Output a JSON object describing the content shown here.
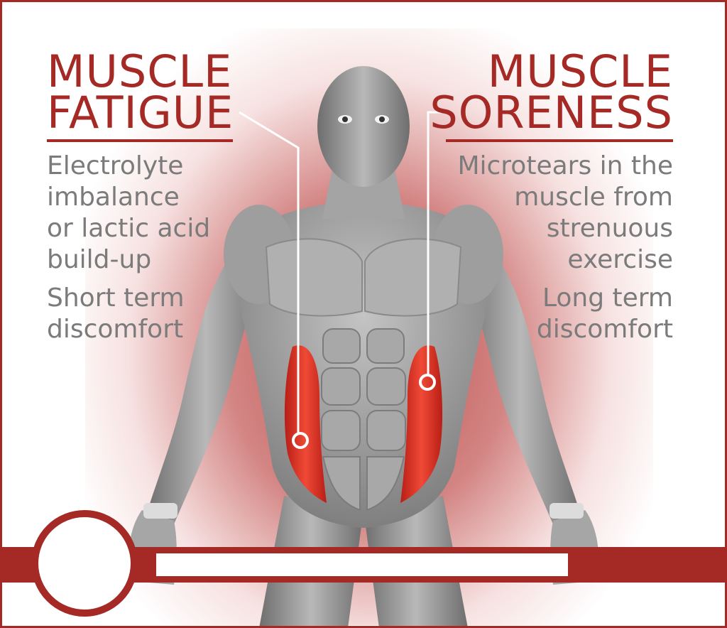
{
  "fatigue": {
    "title_lines": [
      "MUSCLE",
      "FATIGUE"
    ],
    "description_lines": [
      "Electrolyte",
      "imbalance",
      "or lactic acid",
      "build-up"
    ],
    "duration_lines": [
      "Short term",
      "discomfort"
    ]
  },
  "soreness": {
    "title_lines": [
      "MUSCLE",
      "SORENESS"
    ],
    "description_lines": [
      "Microtears in the",
      "muscle from",
      "strenuous",
      "exercise"
    ],
    "duration_lines": [
      "Long term",
      "discomfort"
    ]
  },
  "colors": {
    "accent": "#a52a26",
    "text_gray": "#7b7b7b",
    "highlight_muscle": "#e23a2a",
    "body_gray": "#9a9a9a"
  },
  "icons": [
    "anatomy-figure",
    "badge-circle"
  ]
}
